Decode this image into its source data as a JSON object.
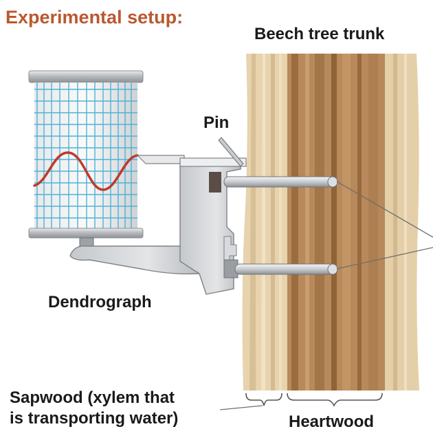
{
  "title": "Experimental setup:",
  "labels": {
    "trunk": "Beech tree trunk",
    "pin": "Pin",
    "dendrograph": "Dendrograph",
    "sapwood_line1": "Sapwood (xylem that",
    "sapwood_line2": "is transporting water)",
    "heartwood": "Heartwood"
  },
  "colors": {
    "title": "#b9592f",
    "sapwood": "#e7d3ad",
    "heartwood": "#b8895a",
    "chart_grid": "#4fb2d6",
    "trace": "#c0392b",
    "metal": "#d3d5d8"
  }
}
